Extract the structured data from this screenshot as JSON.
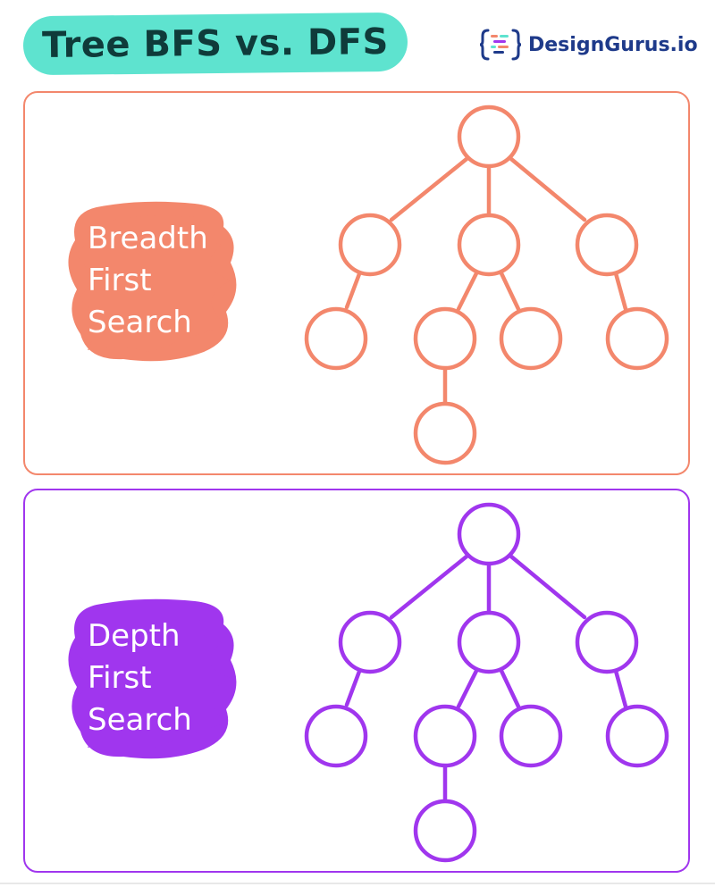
{
  "title": "Tree BFS vs. DFS",
  "brand": {
    "name": "DesignGurus.io",
    "icon": "code-brackets-icon",
    "color": "#1e3a8a"
  },
  "colors": {
    "title_pill": "#5ee3cf",
    "bfs": "#f3876c",
    "dfs": "#a036ee"
  },
  "panels": [
    {
      "id": "bfs",
      "label_lines": [
        "Breadth",
        "First",
        "Search"
      ],
      "color": "#f3876c",
      "node_count": 9
    },
    {
      "id": "dfs",
      "label_lines": [
        "Depth",
        "First",
        "Search"
      ],
      "color": "#a036ee",
      "node_count": 9
    }
  ]
}
